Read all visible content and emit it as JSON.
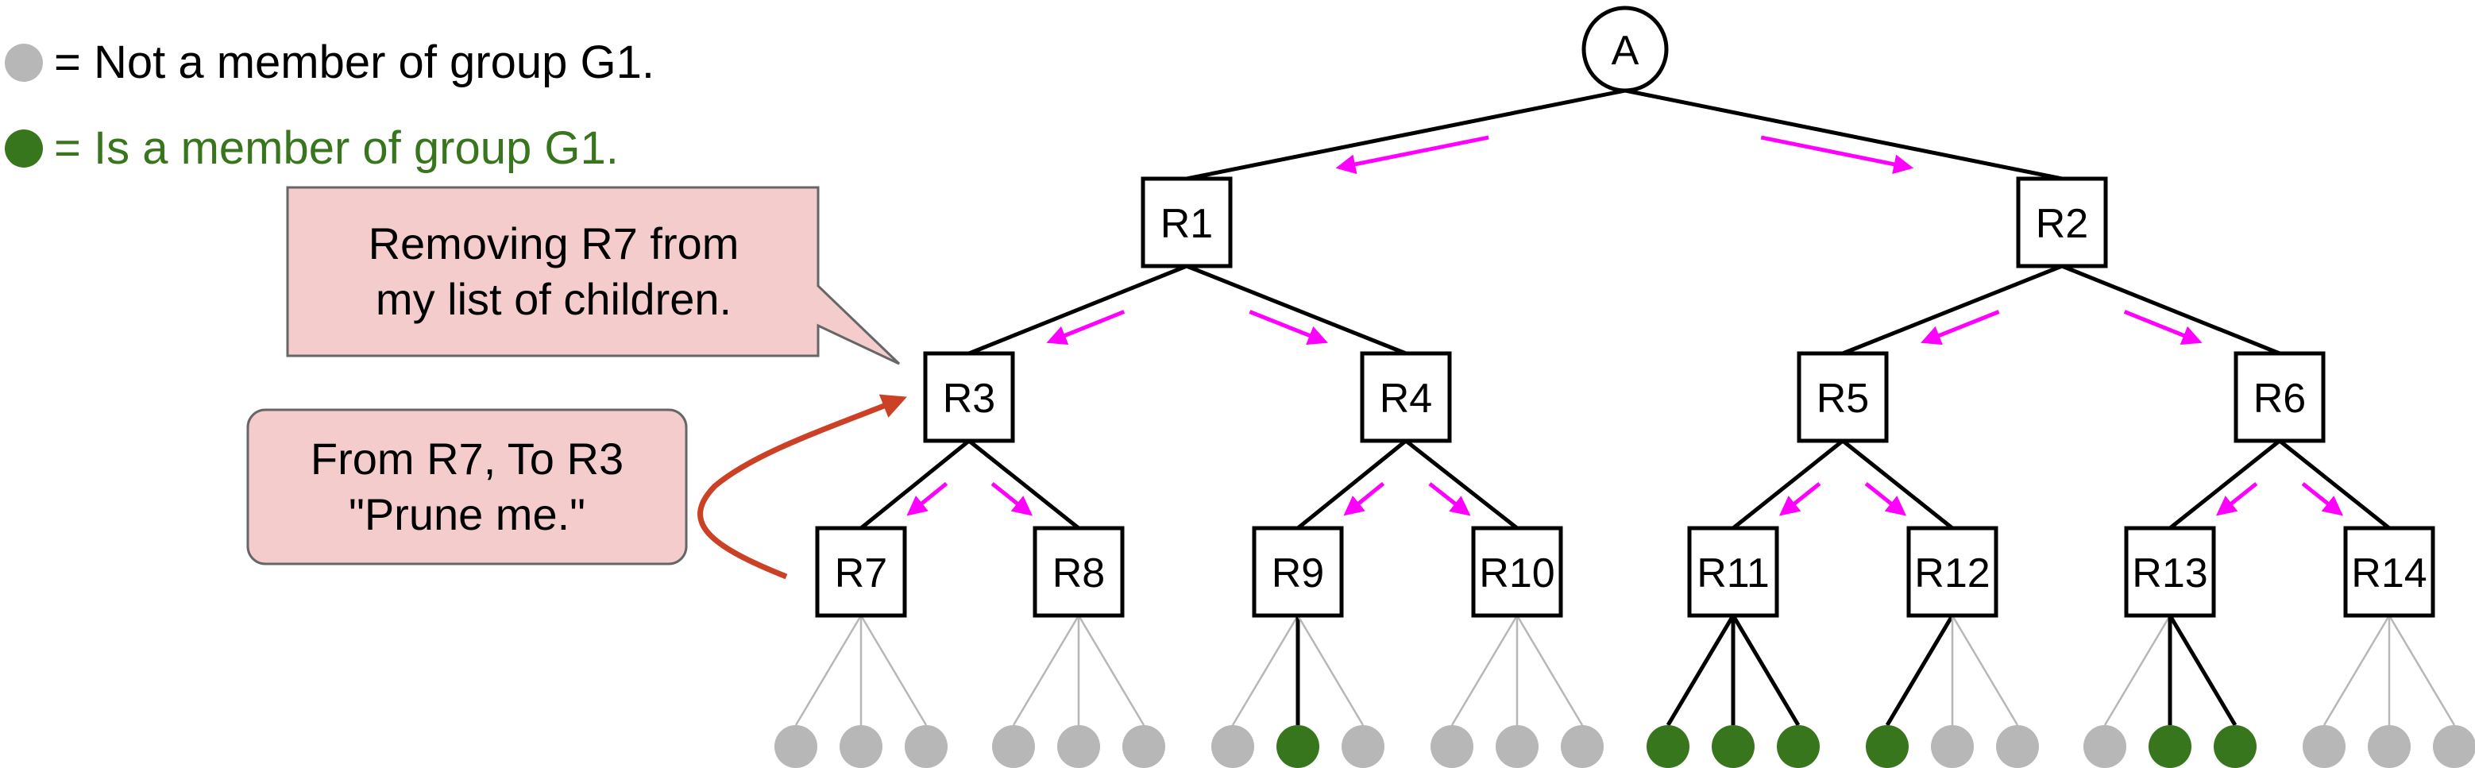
{
  "legend": {
    "non_member": {
      "text": "= Not a member of group G1.",
      "dot_color": "#b7b7b7",
      "text_color": "#000000"
    },
    "member": {
      "text": "= Is a member of group G1.",
      "dot_color": "#38761d",
      "text_color": "#38761d"
    }
  },
  "callouts": {
    "parent_message": {
      "lines": [
        "Removing R7 from",
        "my list of children."
      ],
      "fill": "#f4cccc",
      "stroke": "#666666"
    },
    "prune_message": {
      "lines": [
        "From R7, To R3",
        "\"Prune me.\""
      ],
      "fill": "#f4cccc",
      "stroke": "#666666"
    }
  },
  "colors": {
    "edge": "#000000",
    "pruned_edge": "#b7b7b7",
    "data_flow_arrow": "#ff00ff",
    "prune_arrow": "#cc4125",
    "member_leaf": "#38761d",
    "non_member_leaf": "#b7b7b7"
  },
  "tree": {
    "root": {
      "id": "A",
      "label": "A"
    },
    "level1": [
      {
        "id": "R1",
        "label": "R1",
        "children": [
          "R3",
          "R4"
        ]
      },
      {
        "id": "R2",
        "label": "R2",
        "children": [
          "R5",
          "R6"
        ]
      }
    ],
    "level2": [
      {
        "id": "R3",
        "label": "R3",
        "children": [
          "R7",
          "R8"
        ]
      },
      {
        "id": "R4",
        "label": "R4",
        "children": [
          "R9",
          "R10"
        ]
      },
      {
        "id": "R5",
        "label": "R5",
        "children": [
          "R11",
          "R12"
        ]
      },
      {
        "id": "R6",
        "label": "R6",
        "children": [
          "R13",
          "R14"
        ]
      }
    ],
    "leaves": [
      {
        "id": "R7",
        "label": "R7",
        "hosts": [
          false,
          false,
          false
        ]
      },
      {
        "id": "R8",
        "label": "R8",
        "hosts": [
          false,
          false,
          false
        ]
      },
      {
        "id": "R9",
        "label": "R9",
        "hosts": [
          false,
          true,
          false
        ]
      },
      {
        "id": "R10",
        "label": "R10",
        "hosts": [
          false,
          false,
          false
        ]
      },
      {
        "id": "R11",
        "label": "R11",
        "hosts": [
          true,
          true,
          true
        ]
      },
      {
        "id": "R12",
        "label": "R12",
        "hosts": [
          true,
          false,
          false
        ]
      },
      {
        "id": "R13",
        "label": "R13",
        "hosts": [
          false,
          true,
          true
        ]
      },
      {
        "id": "R14",
        "label": "R14",
        "hosts": [
          false,
          false,
          false
        ]
      }
    ]
  }
}
